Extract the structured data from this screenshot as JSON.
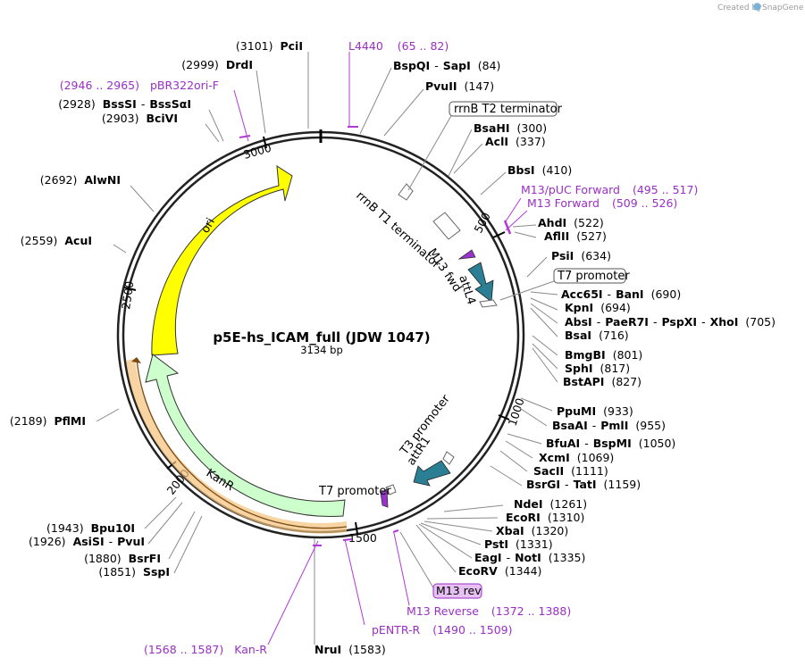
{
  "credit": {
    "created_by": "Created by",
    "brand": "SnapGene"
  },
  "title": "p5E-hs_ICAM_full (JDW 1047)",
  "subtitle": "3134 bp",
  "ticks": [
    "500",
    "1000",
    "1500",
    "2000",
    "2500",
    "3000"
  ],
  "sites": [
    {
      "pos": "(3101)",
      "name": "PciI"
    },
    {
      "pos": "(2999)",
      "name": "DrdI"
    },
    {
      "pos": "(2928)",
      "name": "BssSI",
      "name2": "BssSαI"
    },
    {
      "pos": "(2903)",
      "name": "BciVI"
    },
    {
      "pos": "(2692)",
      "name": "AlwNI"
    },
    {
      "pos": "(2559)",
      "name": "AcuI"
    },
    {
      "pos": "(2189)",
      "name": "PflMI"
    },
    {
      "pos": "(1943)",
      "name": "Bpu10I"
    },
    {
      "pos": "(1926)",
      "name": "AsiSI",
      "name2": "PvuI"
    },
    {
      "pos": "(1880)",
      "name": "BsrFI"
    },
    {
      "pos": "(1851)",
      "name": "SspI"
    },
    {
      "pos": "(1583)",
      "name": "NruI"
    },
    {
      "name": "BspQI",
      "name2": "SapI",
      "pos": "(84)"
    },
    {
      "name": "PvuII",
      "pos": "(147)"
    },
    {
      "name": "BsaHI",
      "pos": "(300)"
    },
    {
      "name": "AclI",
      "pos": "(337)"
    },
    {
      "name": "BbsI",
      "pos": "(410)"
    },
    {
      "name": "AhdI",
      "pos": "(522)"
    },
    {
      "name": "AflII",
      "pos": "(527)"
    },
    {
      "name": "PsiI",
      "pos": "(634)"
    },
    {
      "name": "Acc65I",
      "name2": "BanI",
      "pos": "(690)"
    },
    {
      "name": "KpnI",
      "pos": "(694)"
    },
    {
      "name": "AbsI",
      "name2": "PaeR7I",
      "name3": "PspXI",
      "name4": "XhoI",
      "pos": "(705)"
    },
    {
      "name": "BsaI",
      "pos": "(716)"
    },
    {
      "name": "BmgBI",
      "pos": "(801)"
    },
    {
      "name": "SphI",
      "pos": "(817)"
    },
    {
      "name": "BstAPI",
      "pos": "(827)"
    },
    {
      "name": "PpuMI",
      "pos": "(933)"
    },
    {
      "name": "BsaAI",
      "name2": "PmlI",
      "pos": "(955)"
    },
    {
      "name": "BfuAI",
      "name2": "BspMI",
      "pos": "(1050)"
    },
    {
      "name": "XcmI",
      "pos": "(1069)"
    },
    {
      "name": "SacII",
      "pos": "(1111)"
    },
    {
      "name": "BsrGI",
      "name2": "TatI",
      "pos": "(1159)"
    },
    {
      "name": "NdeI",
      "pos": "(1261)"
    },
    {
      "name": "EcoRI",
      "pos": "(1310)"
    },
    {
      "name": "XbaI",
      "pos": "(1320)"
    },
    {
      "name": "PstI",
      "pos": "(1331)"
    },
    {
      "name": "EagI",
      "name2": "NotI",
      "pos": "(1335)"
    },
    {
      "name": "EcoRV",
      "pos": "(1344)"
    }
  ],
  "primers": [
    {
      "name": "L4440",
      "range": "(65 .. 82)"
    },
    {
      "name": "pBR322ori-F",
      "range": "(2946 .. 2965)"
    },
    {
      "name": "M13/pUC Forward",
      "range": "(495 .. 517)"
    },
    {
      "name": "M13 Forward",
      "range": "(509 .. 526)"
    },
    {
      "name": "M13 Reverse",
      "range": "(1372 .. 1388)"
    },
    {
      "name": "pENTR-R",
      "range": "(1490 .. 1509)"
    },
    {
      "name": "Kan-R",
      "range": "(1568 .. 1587)"
    }
  ],
  "boxed_labels": {
    "rrnb_t2": "rrnB T2 terminator",
    "t7_promoter_top": "T7 promoter",
    "m13_rev": "M13 rev"
  },
  "features": {
    "ori": "ori",
    "kanr": "KanR",
    "rrnb_t1": "rrnB T1 terminator",
    "m13_fwd": "M13 fwd",
    "attl4": "attL4",
    "t3_promoter": "T3 promoter",
    "attr1": "attR1",
    "t7_promoter_bottom": "T7 promoter"
  },
  "colors": {
    "ori": "#ffff00",
    "kanr": "#ccffcc",
    "attl": "#2b7f95",
    "primer": "#b03ad8",
    "purple_feature": "#9933cc",
    "highlight": "#f5c27a"
  }
}
